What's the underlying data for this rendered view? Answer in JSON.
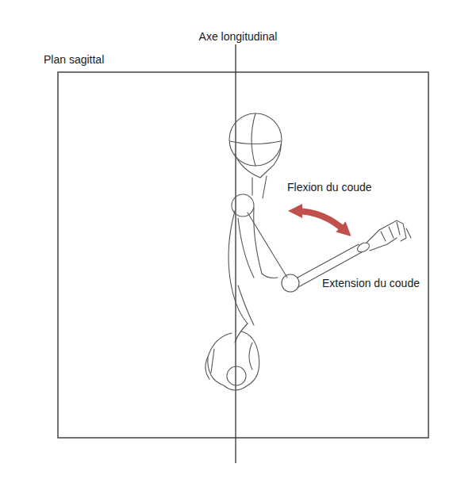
{
  "diagram": {
    "labels": [
      "Axe longitudinal",
      "Plan sagittal",
      "Flexion du coude",
      "Extension du coude"
    ]
  }
}
